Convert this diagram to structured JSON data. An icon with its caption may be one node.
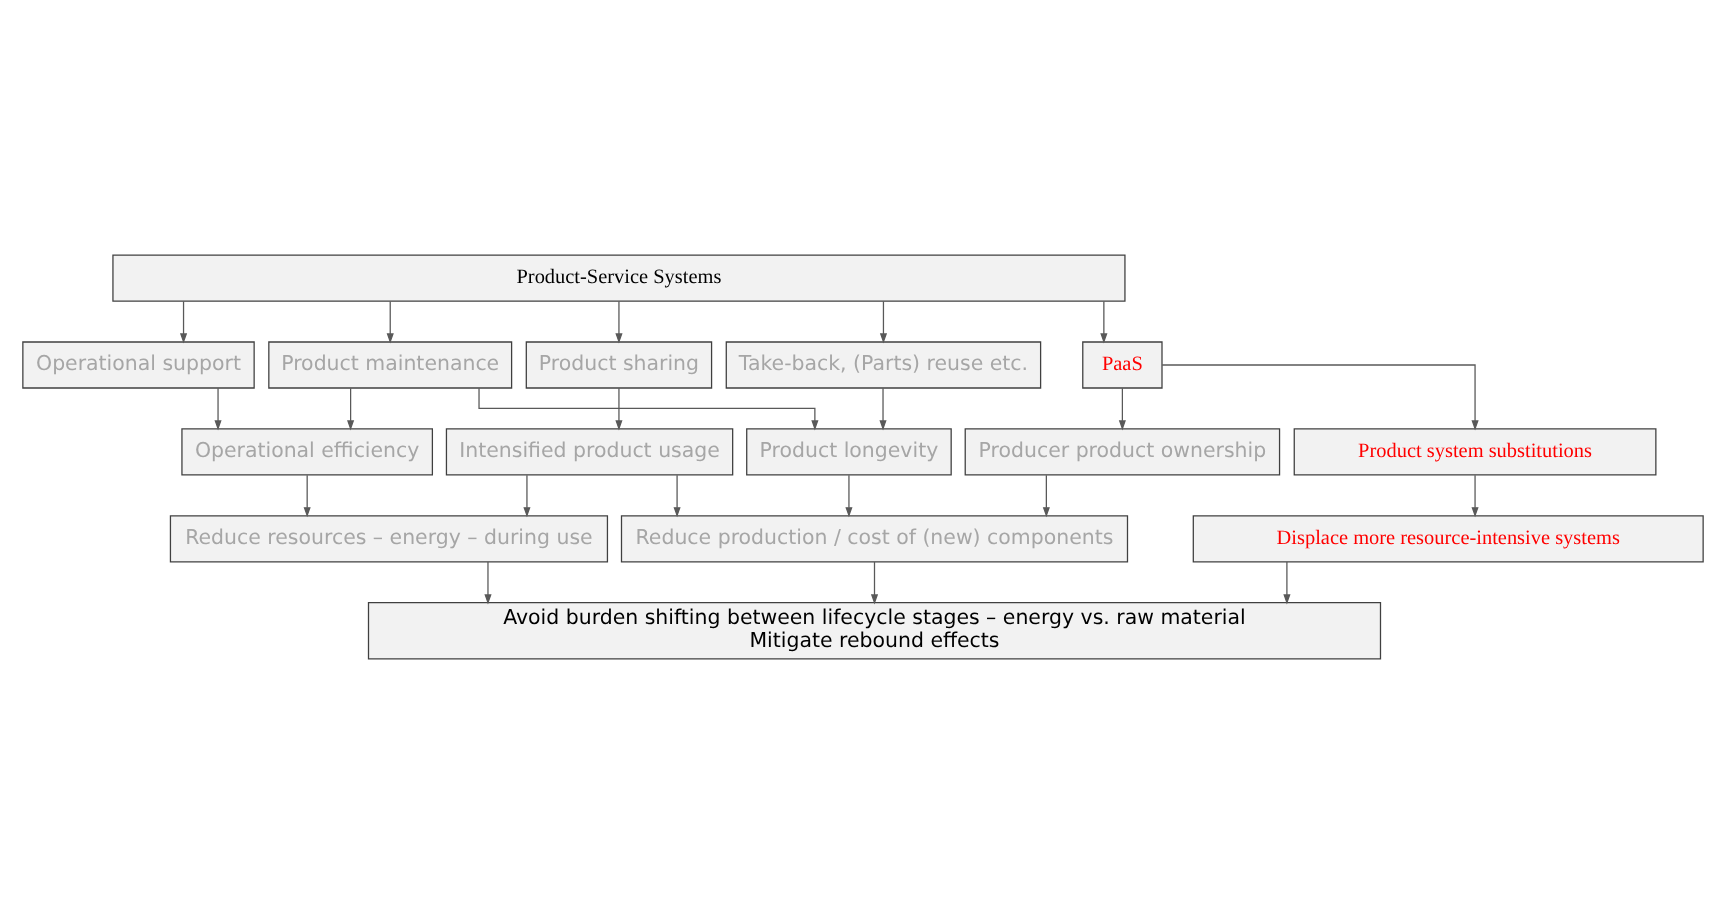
{
  "diagram": {
    "nodes": [
      {
        "text": [
          "Product-Service Systems"
        ]
      },
      {
        "text": [
          "Operational support"
        ]
      },
      {
        "text": [
          "Product maintenance"
        ]
      },
      {
        "text": [
          "Take-back, (Parts) reuse etc."
        ]
      },
      {
        "text": [
          "Product sharing"
        ]
      },
      {
        "text": [
          "PaaS"
        ]
      },
      {
        "text": [
          "Operational efficiency"
        ]
      },
      {
        "text": [
          "Product longevity"
        ]
      },
      {
        "text": [
          "Intensified product usage"
        ]
      },
      {
        "text": [
          "Producer product ownership"
        ]
      },
      {
        "text": [
          "Product system substitutions"
        ]
      },
      {
        "text": [
          "Reduce resources – energy – during use"
        ]
      },
      {
        "text": [
          "Reduce production / cost of (new) components"
        ]
      },
      {
        "text": [
          "Displace more resource-intensive systems"
        ]
      },
      {
        "text": [
          "Avoid burden shifting between lifecycle stages – energy vs. raw material",
          "Mitigate rebound effects"
        ]
      }
    ],
    "edges": [
      {
        "from": 0,
        "to": 1,
        "arrow": "to"
      },
      {
        "from": 0,
        "to": 2,
        "arrow": "to"
      },
      {
        "from": 0,
        "to": 3,
        "arrow": "to"
      },
      {
        "from": 0,
        "to": 4,
        "arrow": "to"
      },
      {
        "from": 0,
        "to": 5,
        "arrow": "to"
      },
      {
        "from": 1,
        "to": 6,
        "arrow": "to"
      },
      {
        "from": 2,
        "to": 6,
        "arrow": "to"
      },
      {
        "from": 2,
        "to": 7,
        "arrow": "to"
      },
      {
        "from": 3,
        "to": 7,
        "arrow": "to"
      },
      {
        "from": 4,
        "to": 8,
        "arrow": "to"
      },
      {
        "from": 5,
        "to": 9,
        "arrow": "to"
      },
      {
        "from": 5,
        "to": 10,
        "arrow": "to"
      },
      {
        "from": 6,
        "to": 11,
        "arrow": "to"
      },
      {
        "from": 7,
        "to": 12,
        "arrow": "to"
      },
      {
        "from": 8,
        "to": 11,
        "arrow": "to"
      },
      {
        "from": 8,
        "to": 12,
        "arrow": "to"
      },
      {
        "from": 9,
        "to": 12,
        "arrow": "to"
      },
      {
        "from": 10,
        "to": 13,
        "arrow": "to"
      },
      {
        "from": 11,
        "to": 14,
        "arrow": "to"
      },
      {
        "from": 12,
        "to": 14,
        "arrow": "to"
      },
      {
        "from": 13,
        "to": 14,
        "arrow": "to"
      }
    ]
  }
}
